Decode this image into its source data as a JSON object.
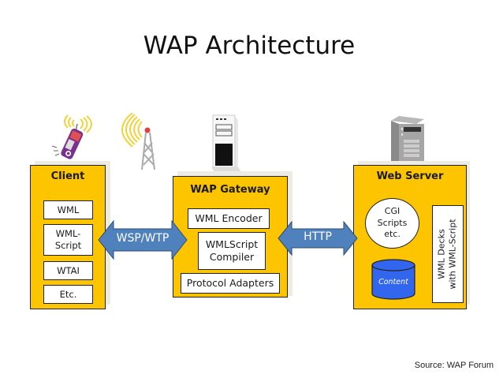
{
  "title": "WAP Architecture",
  "colors": {
    "panel": "#fcc500",
    "arrow": "#4f81bd",
    "content_cylinder": "#3366ee"
  },
  "client": {
    "title": "Client",
    "icon": "cellphone-icon",
    "items": [
      "WML",
      "WML-\nScript",
      "WTAI",
      "Etc."
    ],
    "item_lines": [
      [
        "WML"
      ],
      [
        "WML-",
        "Script"
      ],
      [
        "WTAI"
      ],
      [
        "Etc."
      ]
    ]
  },
  "tower": {
    "icon": "radio-tower-icon"
  },
  "links": {
    "wsp": "WSP/WTP",
    "http": "HTTP"
  },
  "gateway": {
    "title": "WAP Gateway",
    "icon": "gateway-server-icon",
    "encoder": "WML Encoder",
    "compiler_line1": "WMLScript",
    "compiler_line2": "Compiler",
    "adapters": "Protocol Adapters"
  },
  "webserver": {
    "title": "Web Server",
    "icon": "web-server-icon",
    "cgi_line1": "CGI",
    "cgi_line2": "Scripts",
    "cgi_line3": "etc.",
    "content": "Content",
    "decks_line1": "WML Decks",
    "decks_line2": "with WML-Script"
  },
  "source": "Source: WAP Forum"
}
